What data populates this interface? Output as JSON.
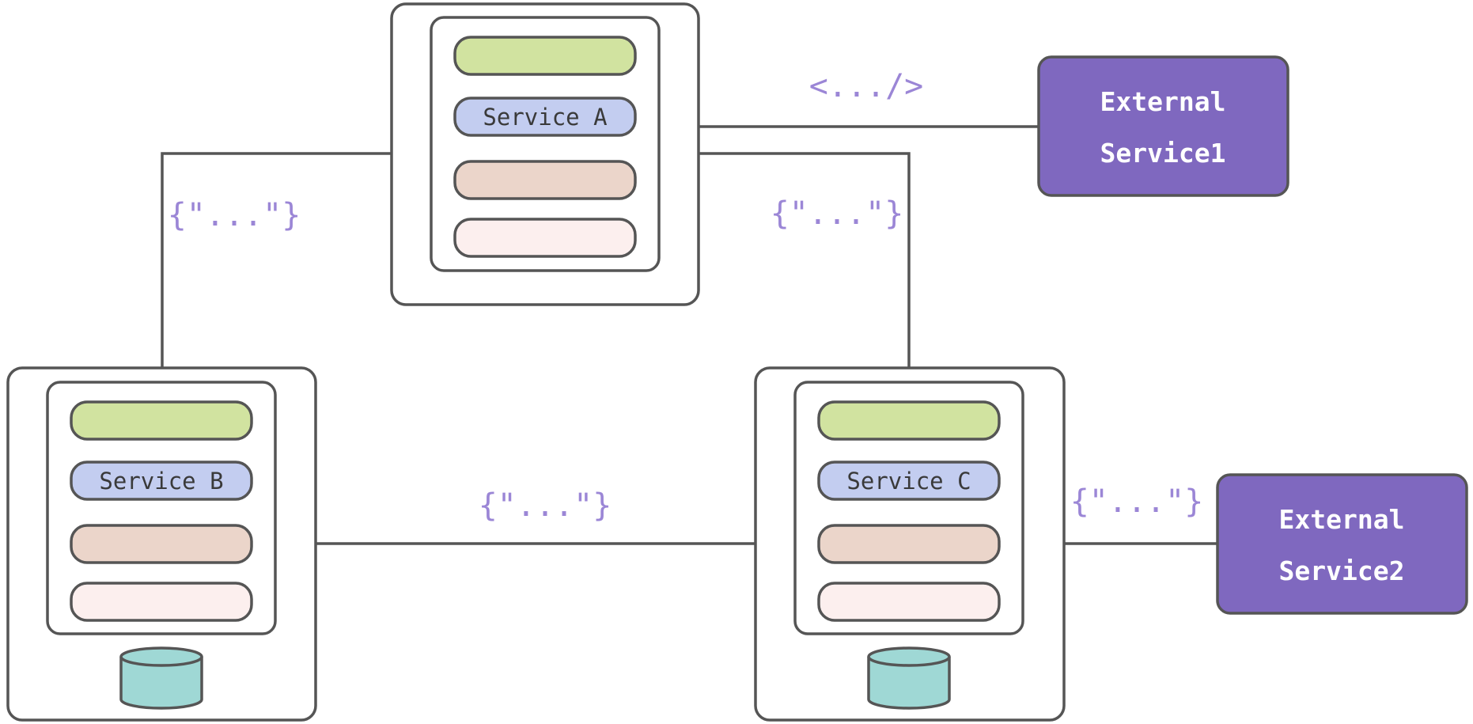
{
  "colors": {
    "stroke": "#555555",
    "bar_green": "#d1e3a0",
    "bar_blue": "#c3cdf0",
    "bar_tan": "#ebd5ca",
    "bar_pink": "#fcefee",
    "database": "#9fd8d5",
    "external": "#7f68bf",
    "protocol_text": "#9b86d6"
  },
  "services": {
    "a": {
      "label": "Service A"
    },
    "b": {
      "label": "Service B"
    },
    "c": {
      "label": "Service C"
    }
  },
  "external": {
    "one": {
      "line1": "External",
      "line2": "Service1"
    },
    "two": {
      "line1": "External",
      "line2": "Service2"
    }
  },
  "protocols": {
    "a_to_ext1": "<.../>",
    "a_to_b": "{\"...\"}",
    "a_to_c": "{\"...\"}",
    "b_to_c": "{\"...\"}",
    "c_to_ext2": "{\"...\"}"
  }
}
